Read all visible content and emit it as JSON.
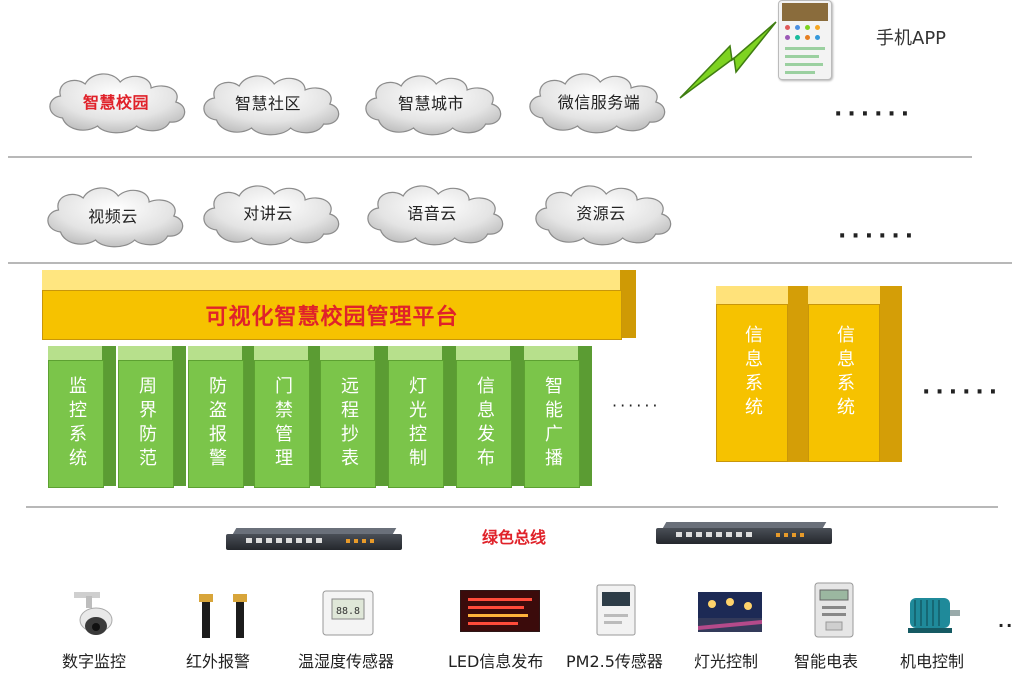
{
  "app_layer": {
    "clouds": [
      "智慧校园",
      "智慧社区",
      "智慧城市",
      "微信服务端"
    ],
    "mobile_label": "手机APP",
    "more": "······"
  },
  "cloud_layer": {
    "clouds": [
      "视频云",
      "对讲云",
      "语音云",
      "资源云"
    ],
    "more": "······"
  },
  "platform": {
    "title": "可视化智慧校园管理平台",
    "subsystems": [
      "监控系统",
      "周界防范",
      "防盗报警",
      "门禁管理",
      "远程抄表",
      "灯光控制",
      "信息发布",
      "智能广播"
    ],
    "subsystems_more": "······",
    "info_systems": [
      "信息系统",
      "信息系统"
    ],
    "more": "······"
  },
  "bus": {
    "label": "绿色总线"
  },
  "devices": [
    "数字监控",
    "红外报警",
    "温湿度传感器",
    "LED信息发布",
    "PM2.5传感器",
    "灯光控制",
    "智能电表",
    "机电控制"
  ],
  "devices_more": "··",
  "colors": {
    "accent_red": "#e0222a",
    "platform_yellow": "#f6c200",
    "subsystem_green": "#7bc54a"
  }
}
